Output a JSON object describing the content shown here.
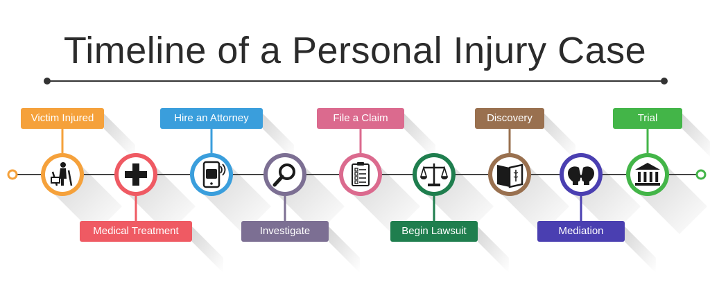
{
  "title": "Timeline of a Personal Injury Case",
  "steps": [
    {
      "label": "Victim Injured",
      "color": "#f5a13b",
      "position": "top",
      "icon": "injured-person-icon"
    },
    {
      "label": "Medical Treatment",
      "color": "#ef5a63",
      "position": "bottom",
      "icon": "medical-cross-icon"
    },
    {
      "label": "Hire an Attorney",
      "color": "#3a9edc",
      "position": "top",
      "icon": "phone-call-icon"
    },
    {
      "label": "Investigate",
      "color": "#7c6f93",
      "position": "bottom",
      "icon": "magnifier-icon"
    },
    {
      "label": "File a Claim",
      "color": "#db6a8e",
      "position": "top",
      "icon": "clipboard-checklist-icon"
    },
    {
      "label": "Begin Lawsuit",
      "color": "#1f7e4e",
      "position": "bottom",
      "icon": "justice-scales-icon"
    },
    {
      "label": "Discovery",
      "color": "#99704f",
      "position": "top",
      "icon": "open-book-icon"
    },
    {
      "label": "Mediation",
      "color": "#4a3fb1",
      "position": "bottom",
      "icon": "two-heads-talking-icon"
    },
    {
      "label": "Trial",
      "color": "#43b548",
      "position": "top",
      "icon": "courthouse-icon"
    }
  ],
  "timeline": {
    "start_color": "#f5a13b",
    "end_color": "#43b548",
    "line_color": "#444444"
  }
}
